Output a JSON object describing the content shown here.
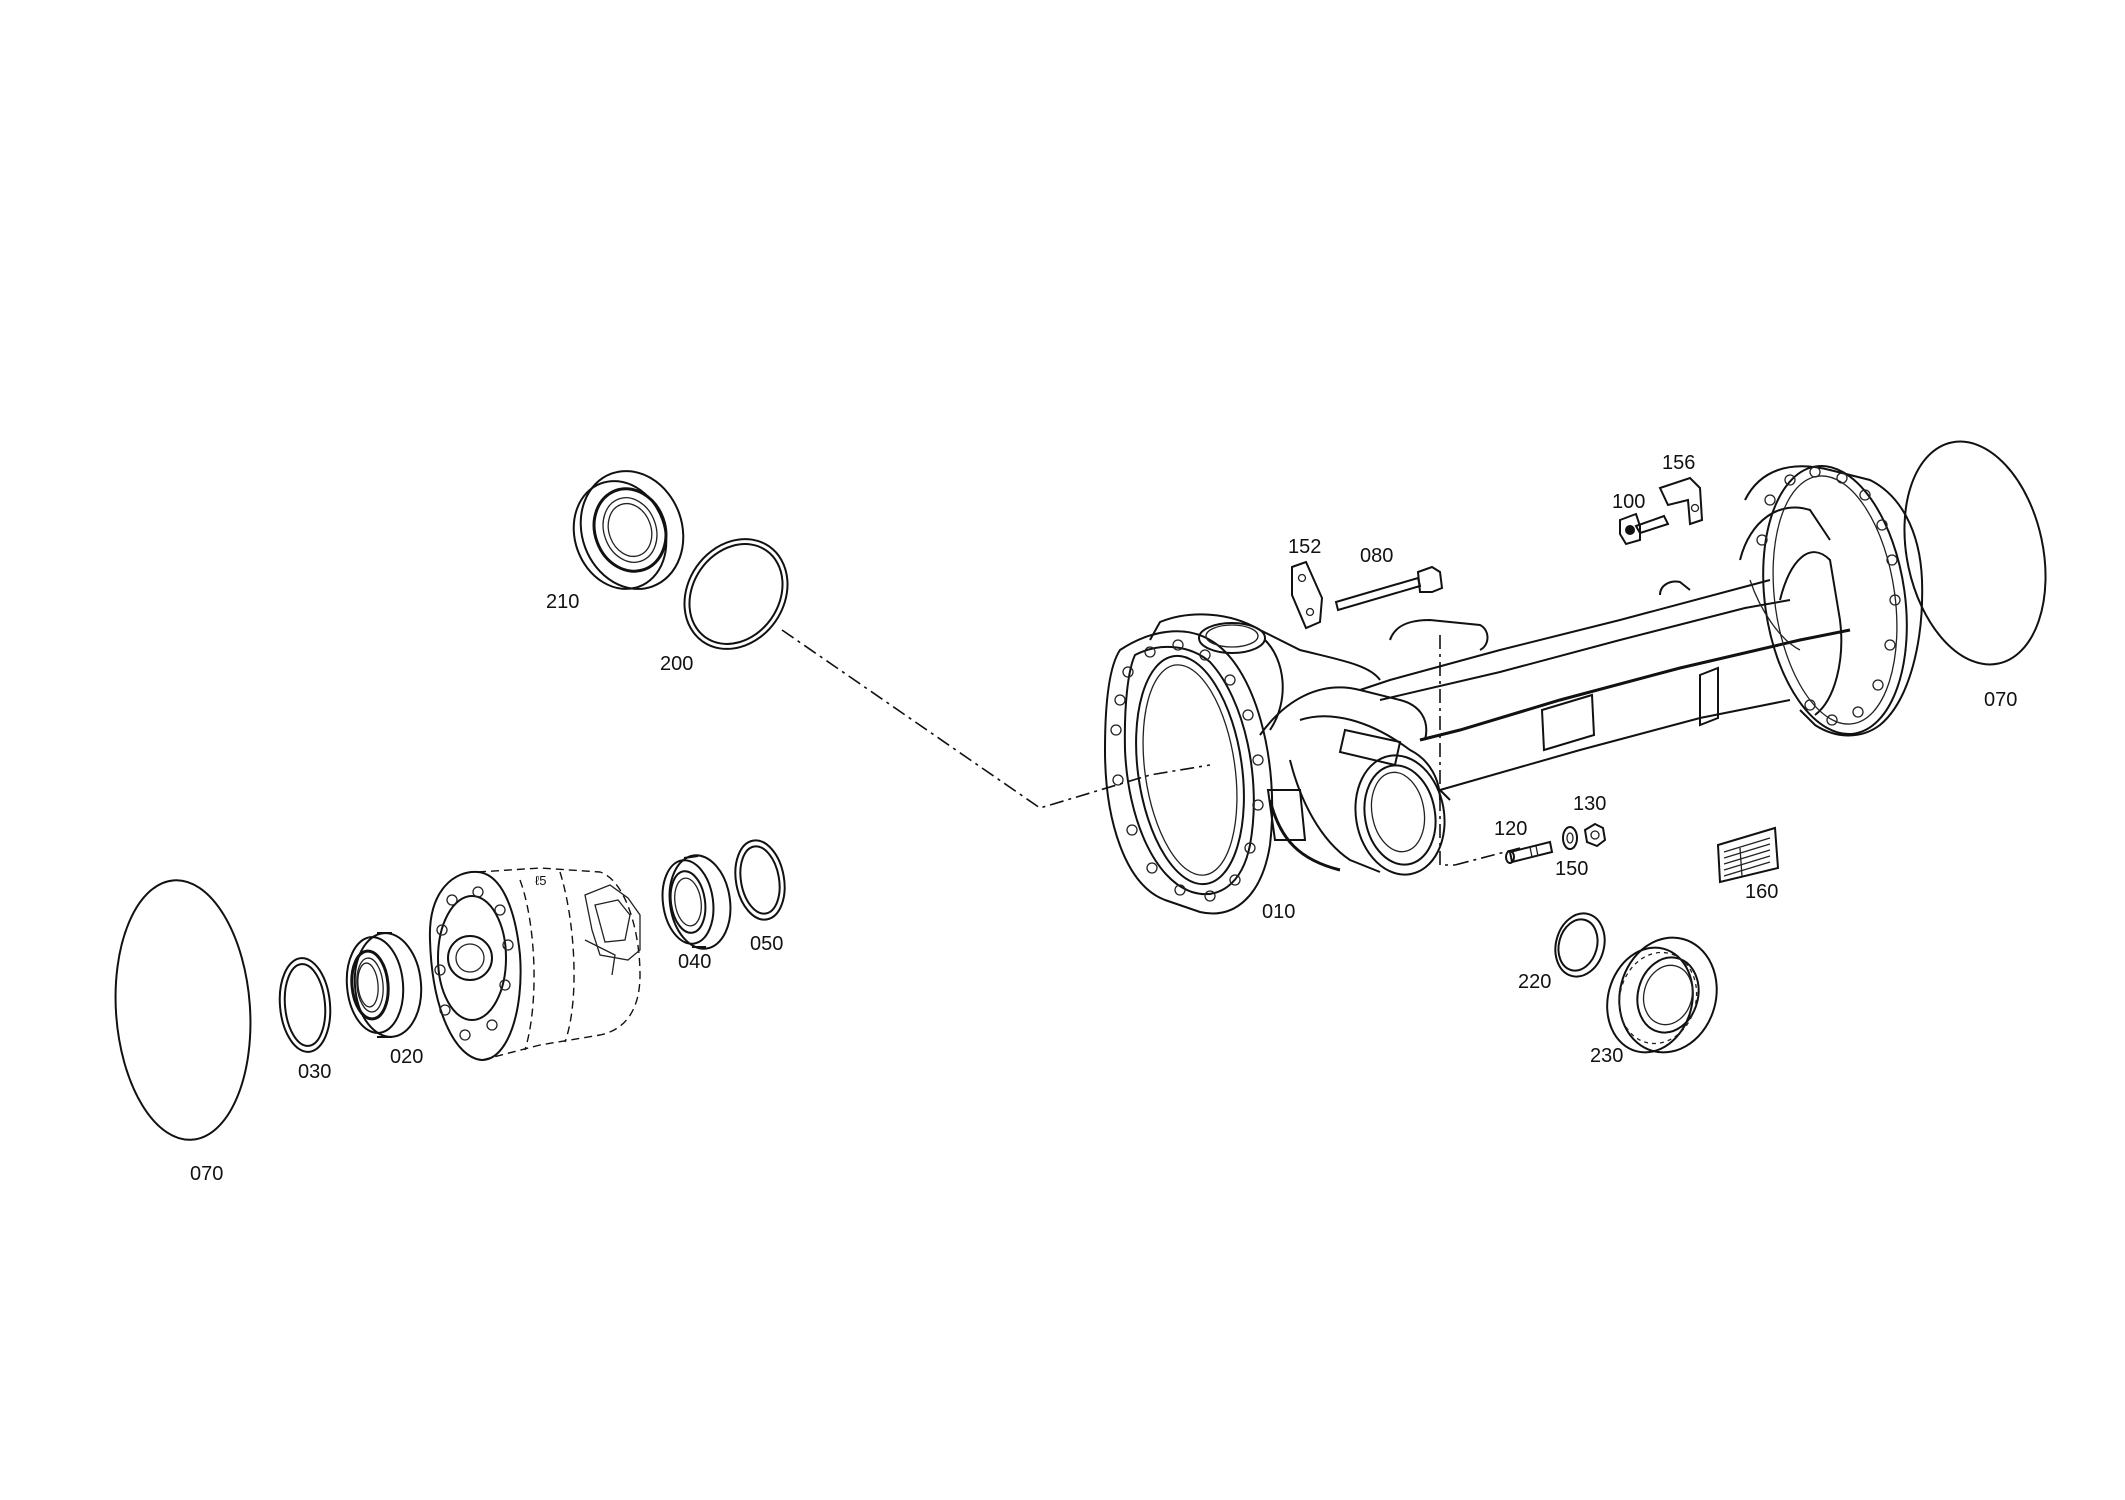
{
  "labels": {
    "p010": "010",
    "p020": "020",
    "p030": "030",
    "p040": "040",
    "p050": "050",
    "p070_left": "070",
    "p070_right": "070",
    "p080": "080",
    "p100": "100",
    "p120": "120",
    "p130": "130",
    "p150": "150",
    "p152": "152",
    "p156": "156",
    "p160": "160",
    "p200": "200",
    "p210": "210",
    "p220": "220",
    "p230": "230"
  },
  "colors": {
    "line": "#111111",
    "background": "#ffffff"
  }
}
